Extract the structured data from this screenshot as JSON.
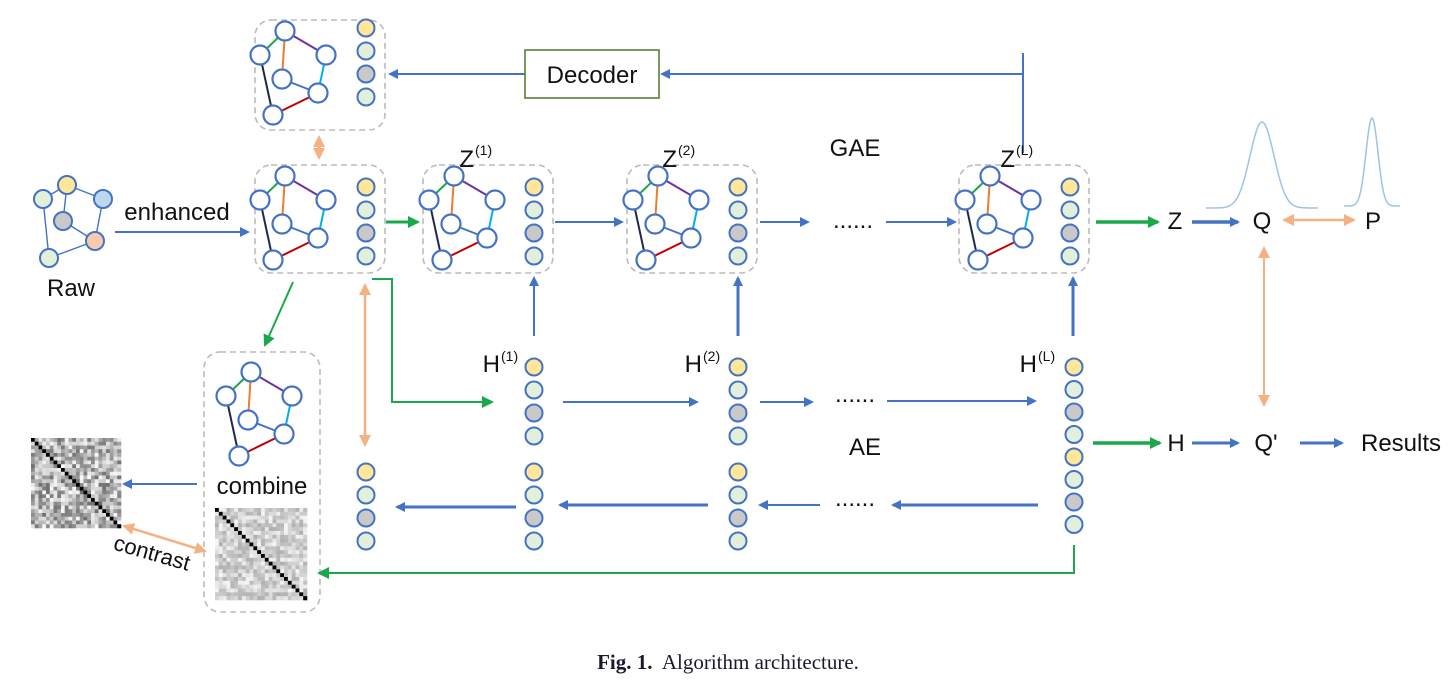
{
  "figure": {
    "caption_label": "Fig. 1.",
    "caption_text": "Algorithm architecture."
  },
  "labels": {
    "raw": "Raw",
    "enhanced": "enhanced",
    "decoder": "Decoder",
    "gae": "GAE",
    "ae": "AE",
    "combine": "combine",
    "contrast": "contrast",
    "z_base": "Z",
    "h_base": "H",
    "z1_sup": "(1)",
    "z2_sup": "(2)",
    "zL_sup": "(L)",
    "h1_sup": "(1)",
    "h2_sup": "(2)",
    "hL_sup": "(L)",
    "ellipsis": "......",
    "z_out": "Z",
    "q": "Q",
    "p": "P",
    "h_out": "H",
    "q_prime": "Q'",
    "results": "Results"
  },
  "colors": {
    "blue_arrow": "#4472c4",
    "green_arrow": "#1aa84a",
    "orange_arrow": "#f4b183",
    "decoder_border": "#548235",
    "node_stroke": "#4472c4",
    "node_yellow": "#ffe699",
    "node_green": "#e2efda",
    "node_gray": "#c9c9c9",
    "node_blue": "#bdd7ee",
    "node_orange": "#f8cbad",
    "edge_green": "#1aa84a",
    "edge_purple": "#7030a0",
    "edge_orange": "#ed7d31",
    "edge_cyan": "#00b0f0",
    "edge_red": "#c00000",
    "edge_navy": "#1f2a4a",
    "dist_curve": "#9dc3e6"
  }
}
